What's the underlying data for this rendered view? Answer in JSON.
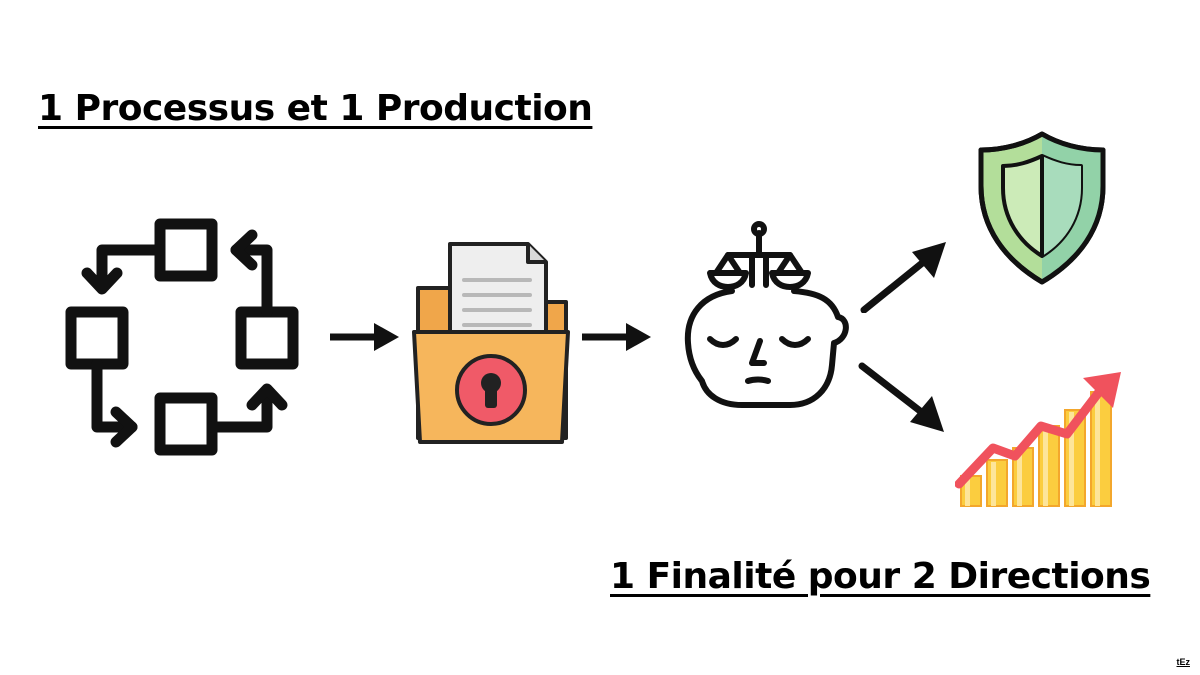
{
  "headings": {
    "top": "1 Processus et 1 Production",
    "bottom": "1 Finalité pour 2 Directions"
  },
  "icons": {
    "process": "process-cycle-icon",
    "document": "locked-folder-icon",
    "mind": "justice-mind-icon",
    "security": "shield-icon",
    "growth": "growth-chart-icon"
  },
  "colors": {
    "ink": "#111111",
    "folder": "#f6b65c",
    "folder_back": "#f0a64a",
    "lock": "#f05a68",
    "paper": "#eeeeee",
    "shield_light": "#b3de9a",
    "shield_dark": "#92d2a8",
    "bar": "#fbcd3f",
    "trend_arrow": "#f0525d"
  },
  "watermark": "tEz"
}
